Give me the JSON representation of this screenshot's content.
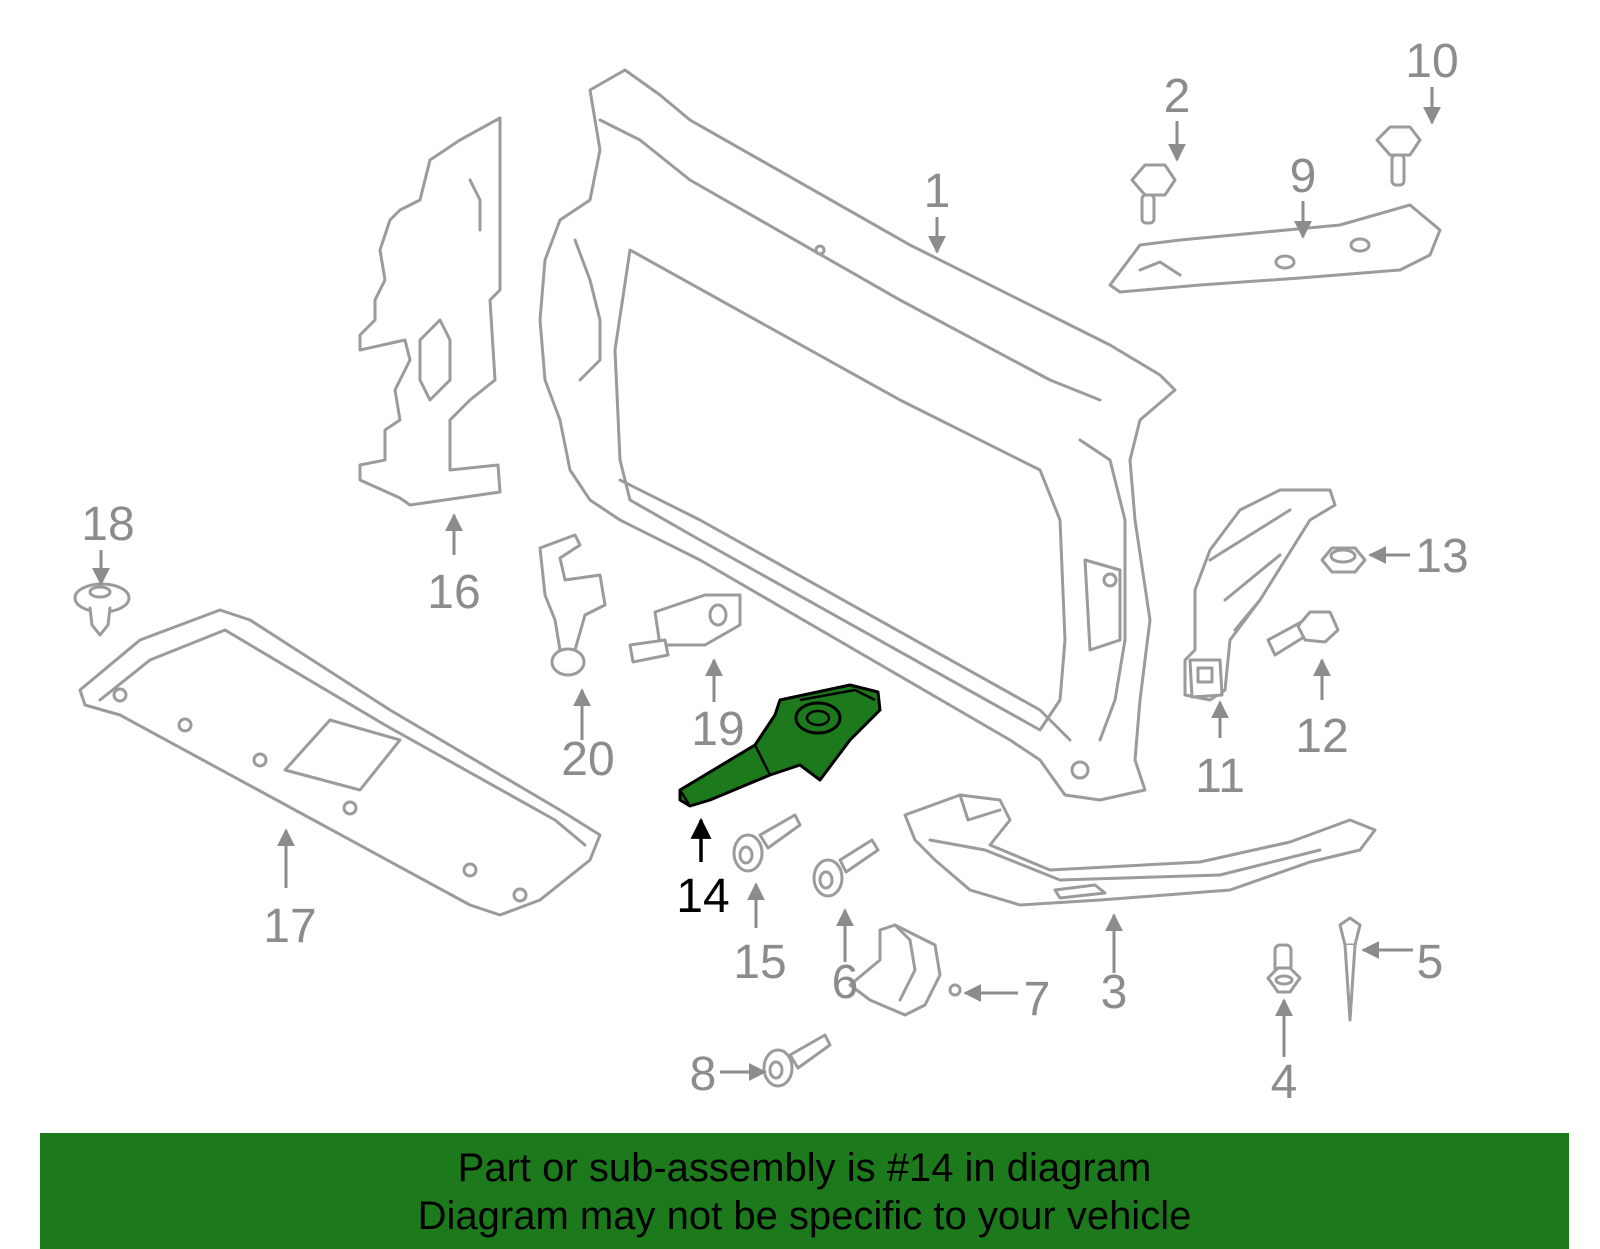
{
  "diagram": {
    "callouts": [
      "1",
      "2",
      "3",
      "4",
      "5",
      "6",
      "7",
      "8",
      "9",
      "10",
      "11",
      "12",
      "13",
      "14",
      "15",
      "16",
      "17",
      "18",
      "19",
      "20"
    ],
    "highlighted_callout": "14",
    "highlight_color": "#1c7a1c",
    "outline_color": "#9b9b9b"
  },
  "banner": {
    "line1": "Part or sub-assembly is #14 in diagram",
    "line2": "Diagram may not be specific to your vehicle",
    "background": "#1c7a1c"
  }
}
